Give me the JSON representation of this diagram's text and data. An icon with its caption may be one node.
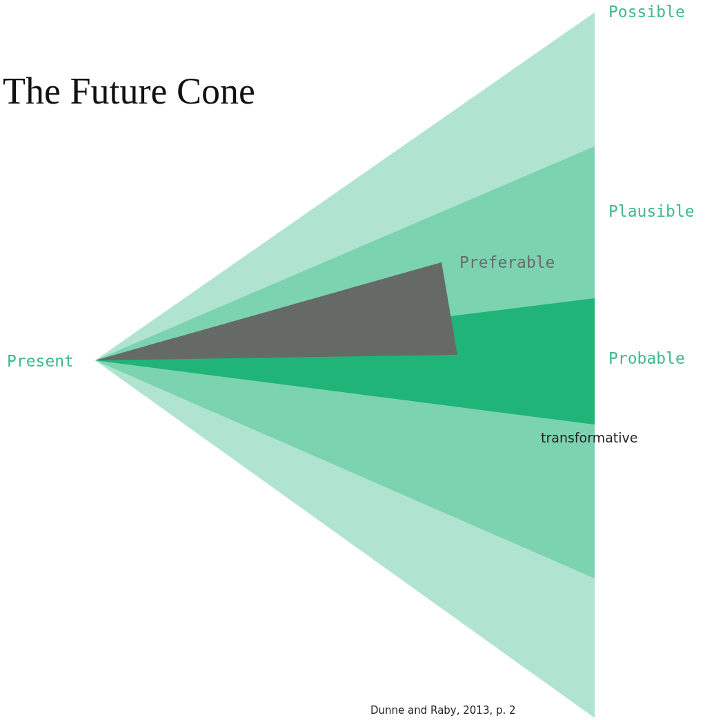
{
  "diagram": {
    "title": "The Future Cone",
    "caption": "Dunne and Raby, 2013, p. 2",
    "labels": [
      "Possible",
      "Plausible",
      "Preferable",
      "Present",
      "Probable",
      "transformative"
    ]
  }
}
